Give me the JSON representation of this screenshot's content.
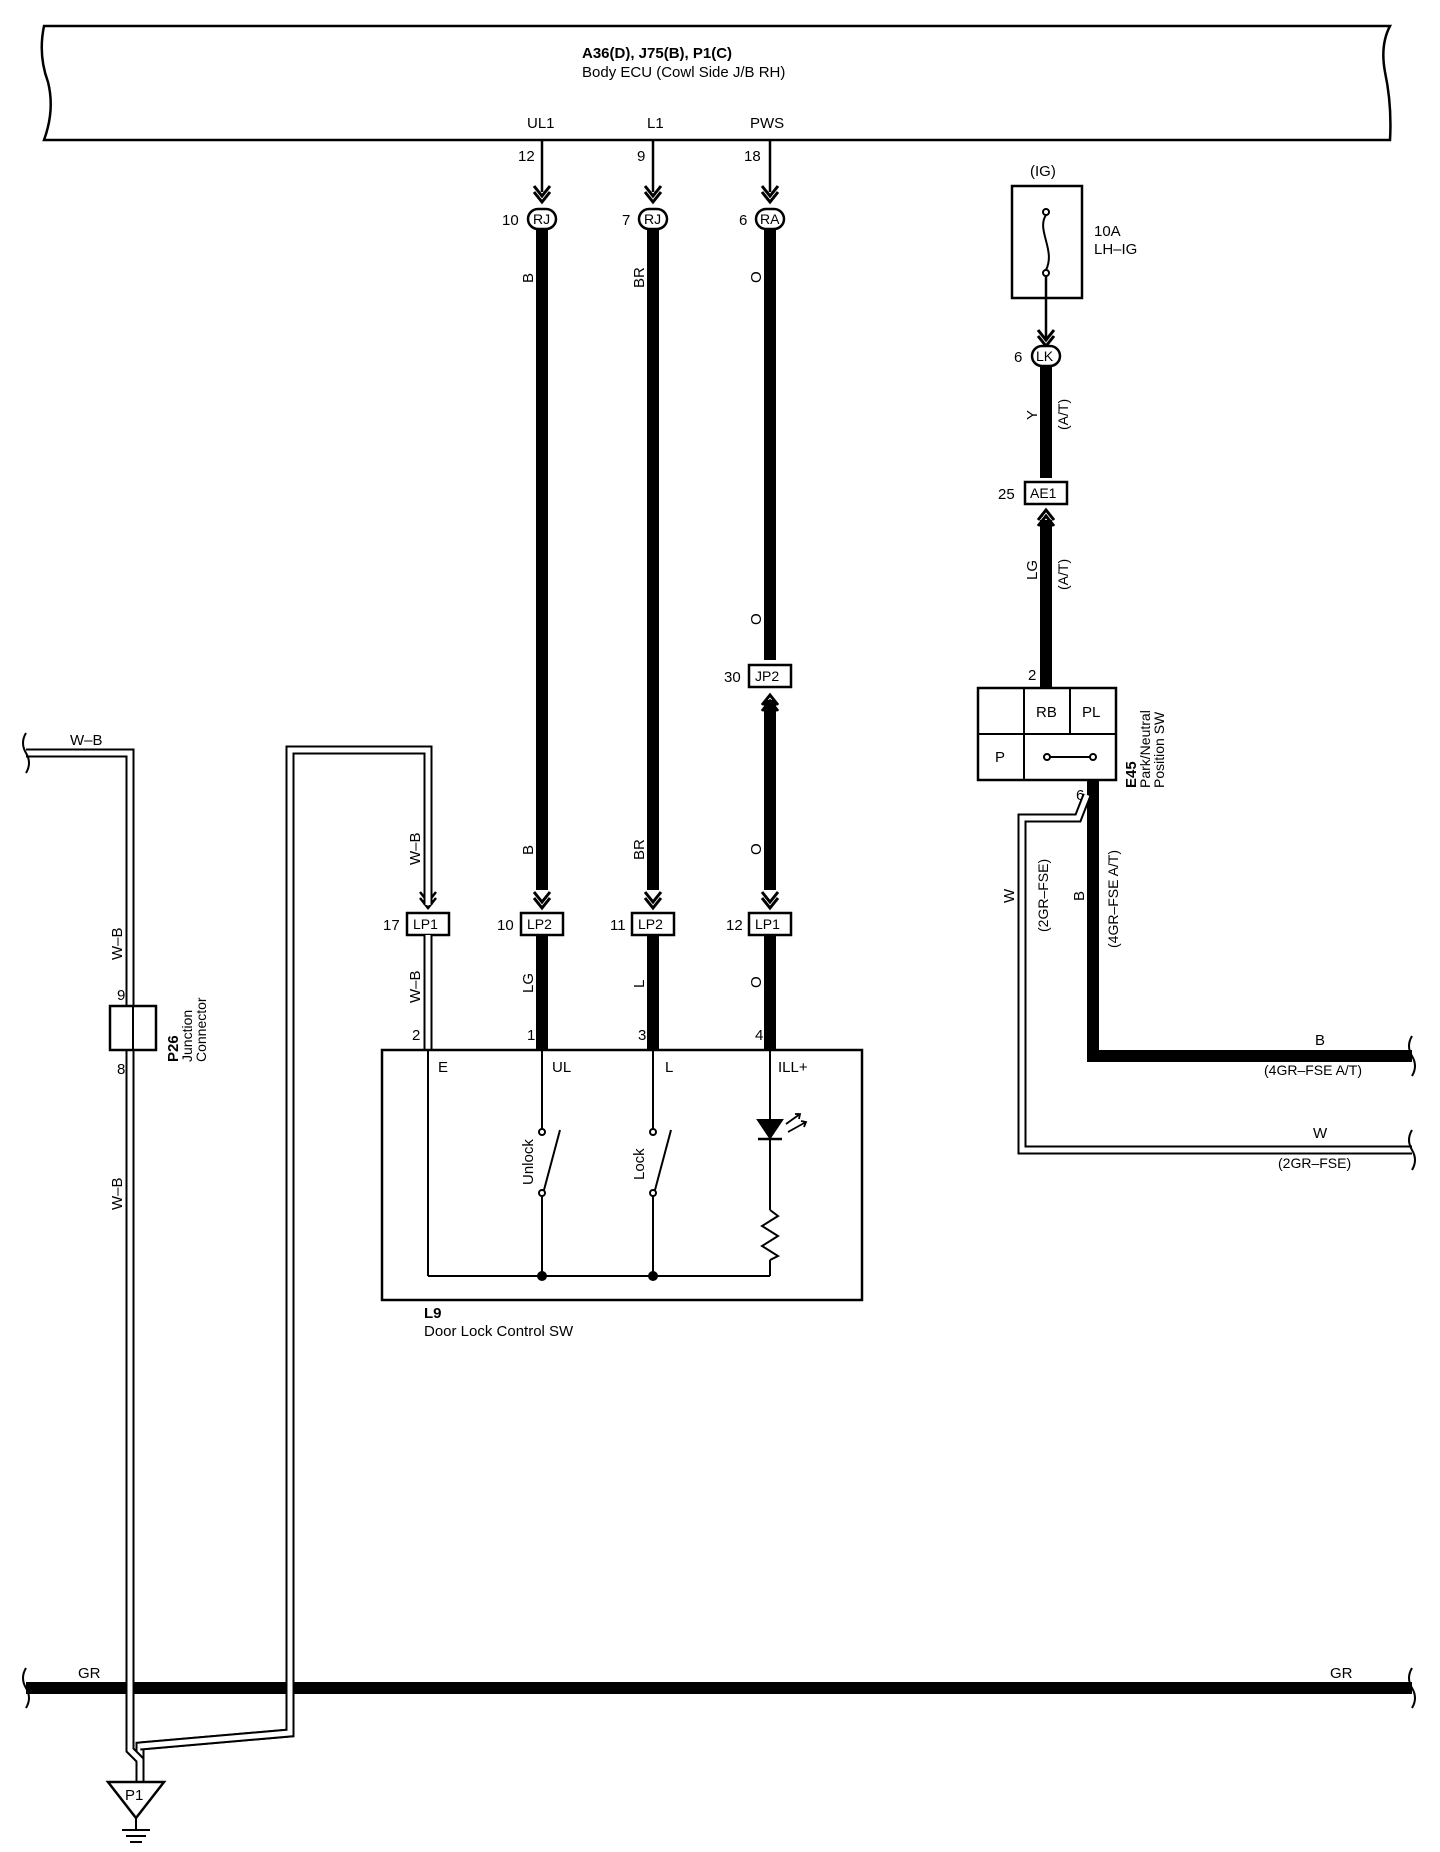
{
  "ecu": {
    "title": "A36(D), J75(B), P1(C)",
    "subtitle": "Body ECU (Cowl Side J/B RH)",
    "terminals": [
      {
        "name": "UL1",
        "pin": "12"
      },
      {
        "name": "L1",
        "pin": "9"
      },
      {
        "name": "PWS",
        "pin": "18"
      }
    ]
  },
  "connectors_top": [
    {
      "pin": "10",
      "code": "RJ"
    },
    {
      "pin": "7",
      "code": "RJ"
    },
    {
      "pin": "6",
      "code": "RA"
    }
  ],
  "wires_upper": [
    "B",
    "BR",
    "O"
  ],
  "jp2": {
    "pin": "30",
    "code": "JP2",
    "wire_above": "O",
    "wire_below": "O"
  },
  "wires_mid": [
    "W–B",
    "B",
    "BR",
    "O"
  ],
  "connectors_lp": [
    {
      "pin": "17",
      "code": "LP1"
    },
    {
      "pin": "10",
      "code": "LP2"
    },
    {
      "pin": "11",
      "code": "LP2"
    },
    {
      "pin": "12",
      "code": "LP1"
    }
  ],
  "wires_lower": [
    "W–B",
    "LG",
    "L",
    "O"
  ],
  "switch": {
    "id": "L9",
    "name": "Door Lock Control SW",
    "pins": [
      "2",
      "1",
      "3",
      "4"
    ],
    "terminals": [
      "E",
      "UL",
      "L",
      "ILL+"
    ],
    "unlock_label": "Unlock",
    "lock_label": "Lock"
  },
  "fuse": {
    "circuit": "(IG)",
    "rating": "10A",
    "name": "LH–IG"
  },
  "lk": {
    "pin": "6",
    "code": "LK",
    "wire": "Y",
    "note": "(A/T)"
  },
  "ae1": {
    "pin": "25",
    "code": "AE1",
    "wire": "LG",
    "note": "(A/T)"
  },
  "pn_switch": {
    "id": "E45",
    "name_line1": "Park/Neutral",
    "name_line2": "Position SW",
    "pin_top": "2",
    "pin_bottom": "6",
    "rb": "RB",
    "pl": "PL",
    "p": "P",
    "wire_w": "W",
    "wire_w_note": "(2GR–FSE)",
    "wire_b": "B",
    "wire_b_note": "(4GR–FSE A/T)"
  },
  "right_outputs": {
    "b_label": "B",
    "b_note": "(4GR–FSE A/T)",
    "w_label": "W",
    "w_note": "(2GR–FSE)"
  },
  "left_wires": {
    "top_label": "W–B",
    "upper_label": "W–B",
    "lower_label": "W–B"
  },
  "junction": {
    "id": "P26",
    "line1": "Junction",
    "line2": "Connector",
    "pin_top": "9",
    "pin_bottom": "8"
  },
  "gr_bus": {
    "left_label": "GR",
    "right_label": "GR"
  },
  "ground": {
    "label": "P1"
  }
}
